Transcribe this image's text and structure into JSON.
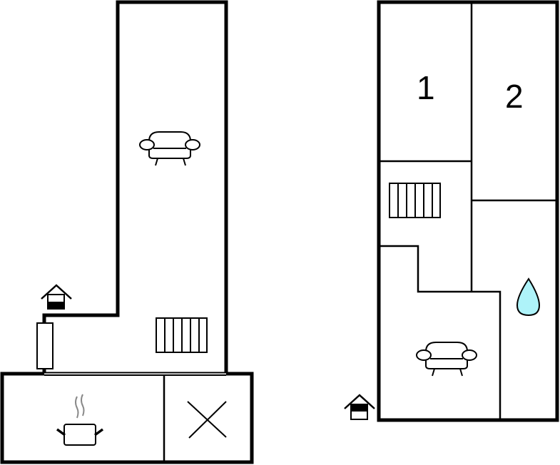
{
  "floor_plan": {
    "ground_floor": {
      "rooms": [
        {
          "id": "living",
          "icon": "sofa-icon"
        },
        {
          "id": "kitchen",
          "icon": "cooking-pot-icon"
        },
        {
          "id": "storage",
          "icon": "cross-icon"
        }
      ],
      "fixtures": [
        "radiator-icon",
        "entrance-icon",
        "door-icon"
      ]
    },
    "upper_floor": {
      "rooms": [
        {
          "id": "bedroom-1",
          "label": "1"
        },
        {
          "id": "bedroom-2",
          "label": "2"
        },
        {
          "id": "living",
          "icon": "sofa-icon"
        },
        {
          "id": "bathroom",
          "icon": "water-drop-icon"
        }
      ],
      "fixtures": [
        "stairs-icon",
        "entrance-icon"
      ]
    },
    "colors": {
      "wall": "#000000",
      "water_drop": "#aef3f9",
      "steam": "#888888"
    }
  }
}
